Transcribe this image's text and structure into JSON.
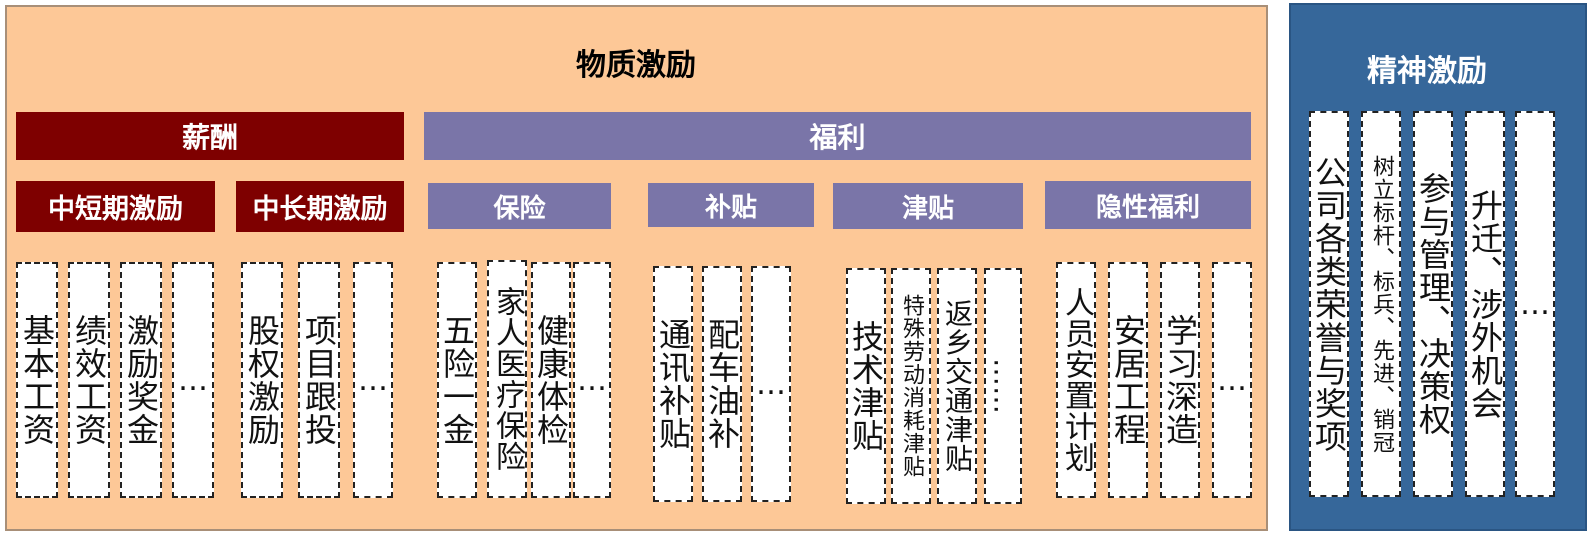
{
  "material": {
    "title": "物质激励",
    "salary": {
      "label": "薪酬",
      "short_mid": {
        "label": "中短期激励",
        "items": [
          "基本工资",
          "绩效工资",
          "激励奖金",
          "…"
        ]
      },
      "mid_long": {
        "label": "中长期激励",
        "items": [
          "股权激励",
          "项目跟投",
          "…"
        ]
      }
    },
    "welfare": {
      "label": "福利",
      "insurance": {
        "label": "保险",
        "items": [
          "五险一金",
          "家人医疗保险",
          "健康体检",
          "…"
        ]
      },
      "subsidy": {
        "label": "补贴",
        "items": [
          "通讯补贴",
          "配车油补",
          "…"
        ]
      },
      "allowance": {
        "label": "津贴",
        "items": [
          "技术津贴",
          "特殊劳动消耗津贴",
          "返乡交通津贴",
          "……"
        ]
      },
      "hidden": {
        "label": "隐性福利",
        "items": [
          "人员安置计划",
          "安居工程",
          "学习深造",
          "…"
        ]
      }
    }
  },
  "spiritual": {
    "title": "精神激励",
    "items": [
      "公司各类荣誉与奖项",
      "树立标杆、标兵、先进、销冠",
      "参与管理、决策权",
      "升迁、涉外机会",
      "…"
    ]
  }
}
